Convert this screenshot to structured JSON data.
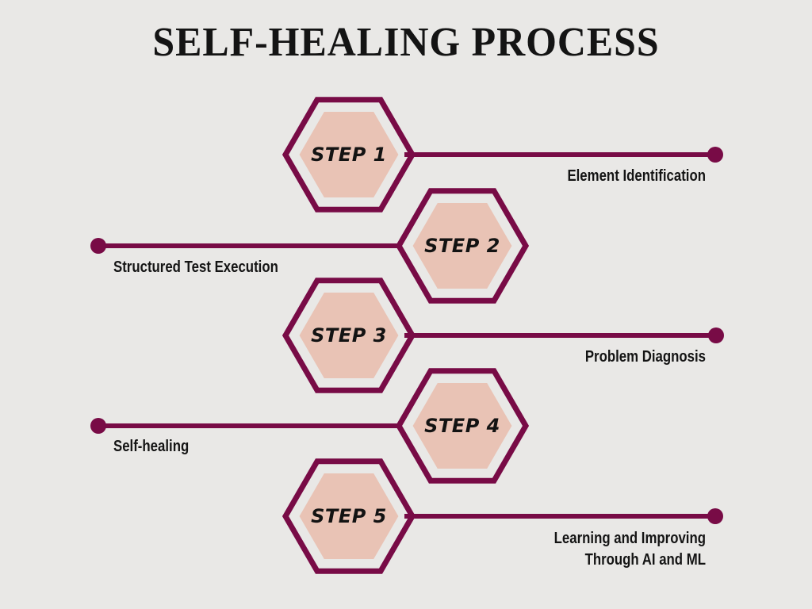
{
  "title": "SELF-HEALING PROCESS",
  "colors": {
    "background": "#e9e8e6",
    "accent": "#780b46",
    "hex_fill": "#e9c3b5",
    "text": "#141414"
  },
  "steps": [
    {
      "step_label": "STEP 1",
      "side": "right",
      "lines": [
        "Element Identification"
      ]
    },
    {
      "step_label": "STEP 2",
      "side": "left",
      "lines": [
        "Structured Test Execution"
      ]
    },
    {
      "step_label": "STEP 3",
      "side": "right",
      "lines": [
        "Problem Diagnosis"
      ]
    },
    {
      "step_label": "STEP 4",
      "side": "left",
      "lines": [
        "Self-healing"
      ]
    },
    {
      "step_label": "STEP 5",
      "side": "right",
      "lines": [
        "Learning and Improving",
        "Through AI and ML"
      ]
    }
  ]
}
